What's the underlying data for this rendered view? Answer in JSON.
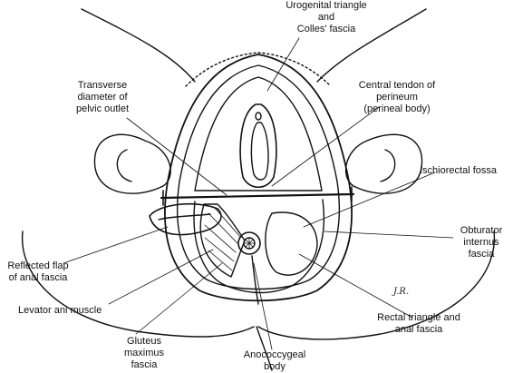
{
  "labels": {
    "urogenital": "Urogenital triangle\nand\nColles' fascia",
    "transverse": "Transverse\ndiameter of\npelvic outlet",
    "central_tendon": "Central tendon of\nperineum\n(perineal body)",
    "ischiorectal": "Ischiorectal fossa",
    "obturator": "Obturator\ninternus\nfascia",
    "reflected_flap": "Reflected flap\nof anal fascia",
    "levator": "Levator ani muscle",
    "gluteus": "Gluteus\nmaximus\nfascia",
    "anococcygeal": "Anococcygeal\nbody",
    "rectal_triangle": "Rectal triangle and\nanal fascia"
  },
  "signature": "J.R."
}
